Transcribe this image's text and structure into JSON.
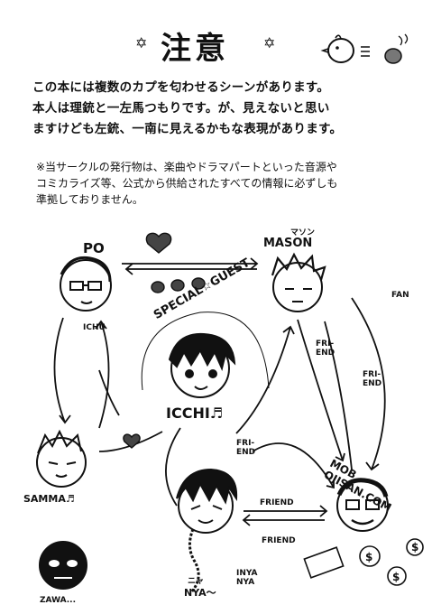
{
  "header": {
    "title": "注意"
  },
  "intro_lines": [
    "この本には複数のカプを匂わせるシーンがあります。",
    "本人は理銃と一左馬つもりです。が、見えないと思い",
    "ますけども左銃、一南に見えるかもな表現があります。"
  ],
  "note": [
    "※当サークルの発行物は、楽曲やドラマパートといった音源や",
    "コミカライズ等、公式から供給されたすべての情報に必ずしも",
    "準拠しておりません。"
  ],
  "diagram": {
    "center_label": "SPECIAL☆GUEST",
    "center_name": "ICCHI♬",
    "characters": {
      "po": "PO",
      "mason_kana": "マソン",
      "mason": "MASON",
      "samma": "SAMMA♬",
      "nya": "NYA〜",
      "nya_kana": "ニャ",
      "mob": "MOB OJISAN.COM",
      "zawa": "ZAWA..."
    },
    "arrows": {
      "ichu": "ICHU",
      "fan": "FAN",
      "friend_end_1": "FRI- END",
      "friend_end_2": "FRI- END",
      "friend_end_3": "FRI- END",
      "friend_1": "FRIEND",
      "friend_2": "FRIEND",
      "inya": "INYA NYA"
    }
  }
}
